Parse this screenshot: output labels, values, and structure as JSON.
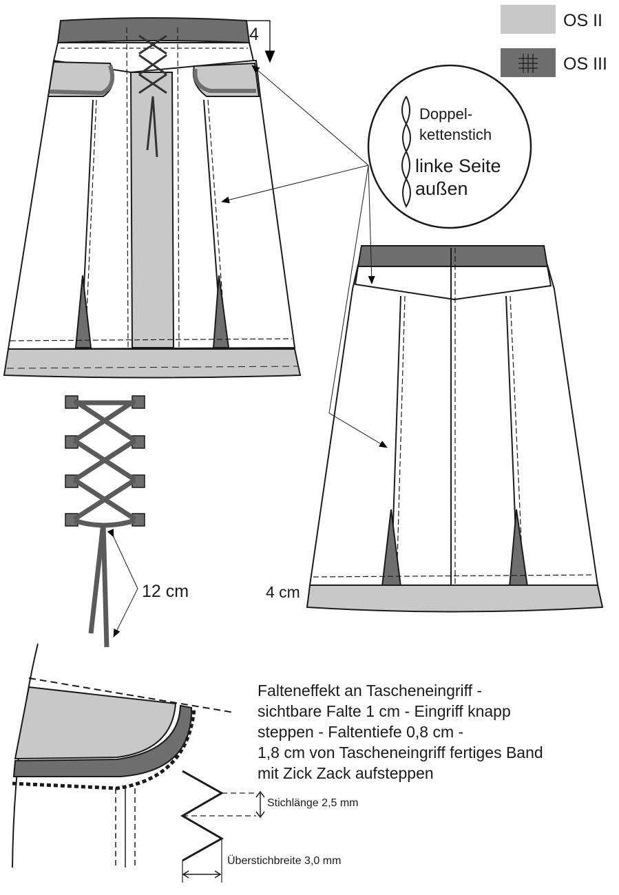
{
  "legend": [
    {
      "label": "OS II",
      "color": "#c8c8c8"
    },
    {
      "label": "OS III",
      "color": "#6e6e6e"
    }
  ],
  "measurements": {
    "waistband_height": "4",
    "hem_band": "4 cm",
    "tie_length": "12 cm"
  },
  "callout": {
    "stitch_name_line1": "Doppel-",
    "stitch_name_line2": "kettenstich",
    "side_line1": "linke Seite",
    "side_line2": "außen"
  },
  "instructions": [
    "Falteneffekt an Tascheneingriff -",
    "sichtbare Falte 1 cm - Eingriff knapp",
    "steppen - Faltentiefe 0,8 cm -",
    "1,8 cm von Tascheneingriff fertiges Band",
    "mit Zick Zack aufsteppen"
  ],
  "zigzag": {
    "stitch_length": "Stichlänge 2,5 mm",
    "stitch_width": "Überstichbreite 3,0 mm"
  },
  "colors": {
    "light_fabric": "#c8c8c8",
    "dark_fabric": "#6e6e6e",
    "line": "#1a1a1a"
  }
}
